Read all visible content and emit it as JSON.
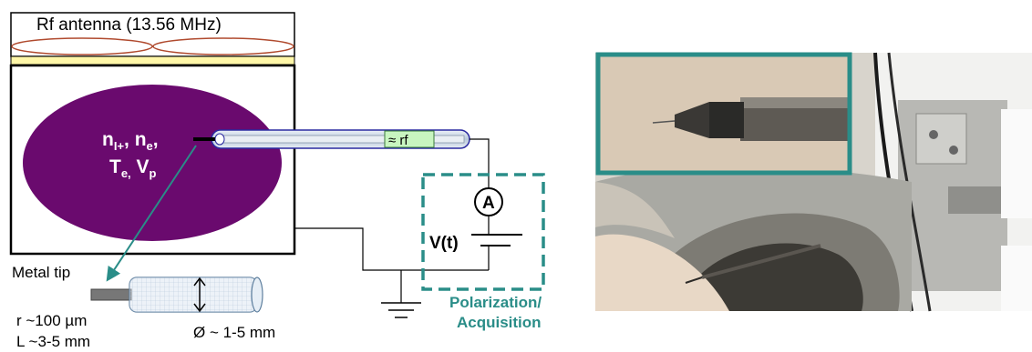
{
  "diagram": {
    "antenna_label": "Rf antenna (13.56 MHz)",
    "plasma_line1": "n",
    "plasma_sub1": "I+",
    "plasma_line1b": ", n",
    "plasma_sub1b": "e",
    "plasma_line1c": ",",
    "plasma_line2": "T",
    "plasma_sub2": "e,",
    "plasma_line2b": " V",
    "plasma_sub2b": "p",
    "rf_filter_label": "≈ rf",
    "ammeter_label": "A",
    "voltage_label": "V(t)",
    "polarization_label": "Polarization/",
    "acquisition_label": "Acquisition",
    "metal_tip_label": "Metal tip",
    "radius_label": "r ~100 µm",
    "length_label": "L ~3-5 mm",
    "diameter_label": "Ø ~ 1-5 mm"
  },
  "colors": {
    "plasma": "#6a0a6e",
    "teal": "#2a8d88",
    "antenna_bar": "#fff7a8",
    "coil": "#b04a2e",
    "probe_fill": "#c9d9ea",
    "probe_edge": "#2a2aa0",
    "filter_fill": "#c8f5c0"
  }
}
